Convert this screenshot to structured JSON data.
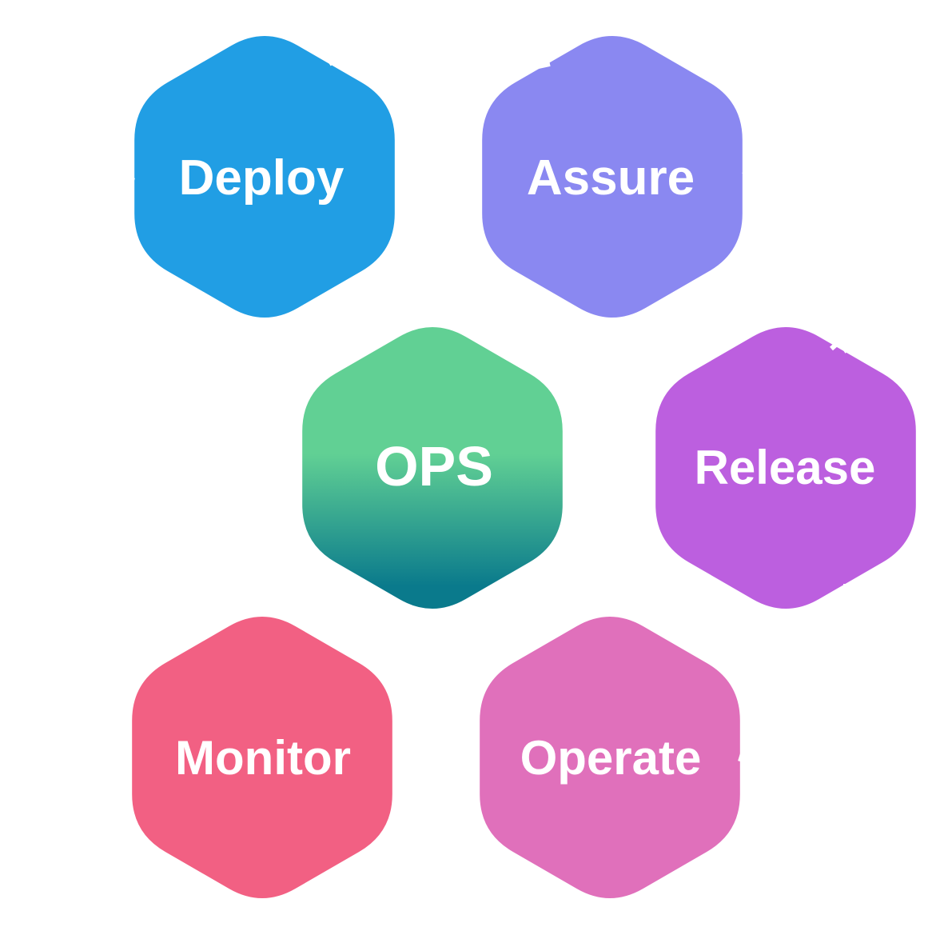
{
  "nodes": [
    {
      "id": "deploy",
      "label": "Deploy",
      "color": "#219ee4"
    },
    {
      "id": "assure",
      "label": "Assure",
      "color": "#8a88f1"
    },
    {
      "id": "ops",
      "label": "OPS",
      "color_top": "#61d094",
      "color_bottom": "#0a7a8c"
    },
    {
      "id": "release",
      "label": "Release",
      "color": "#bc5fdf"
    },
    {
      "id": "monitor",
      "label": "Monitor",
      "color": "#f26083"
    },
    {
      "id": "operate",
      "label": "Operate",
      "color": "#e070bb"
    }
  ]
}
